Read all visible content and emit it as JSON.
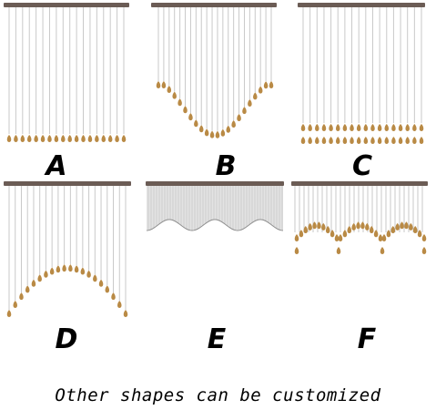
{
  "shapes": [
    {
      "id": "A",
      "label": "A",
      "style": "straight-bottom-drops"
    },
    {
      "id": "B",
      "label": "B",
      "style": "s-wave-drops"
    },
    {
      "id": "C",
      "label": "C",
      "style": "straight-bottom-drops-short"
    },
    {
      "id": "D",
      "label": "D",
      "style": "arch-drops"
    },
    {
      "id": "E",
      "label": "E",
      "style": "wavy-silver-hem"
    },
    {
      "id": "F",
      "label": "F",
      "style": "triple-scallop-drops"
    }
  ],
  "caption": "Other shapes can be customized",
  "colors": {
    "rod": "#6b5c55",
    "strand": "#c9c9c9",
    "bead": "#b98a45",
    "silver_fill": "#e3e3e3"
  }
}
